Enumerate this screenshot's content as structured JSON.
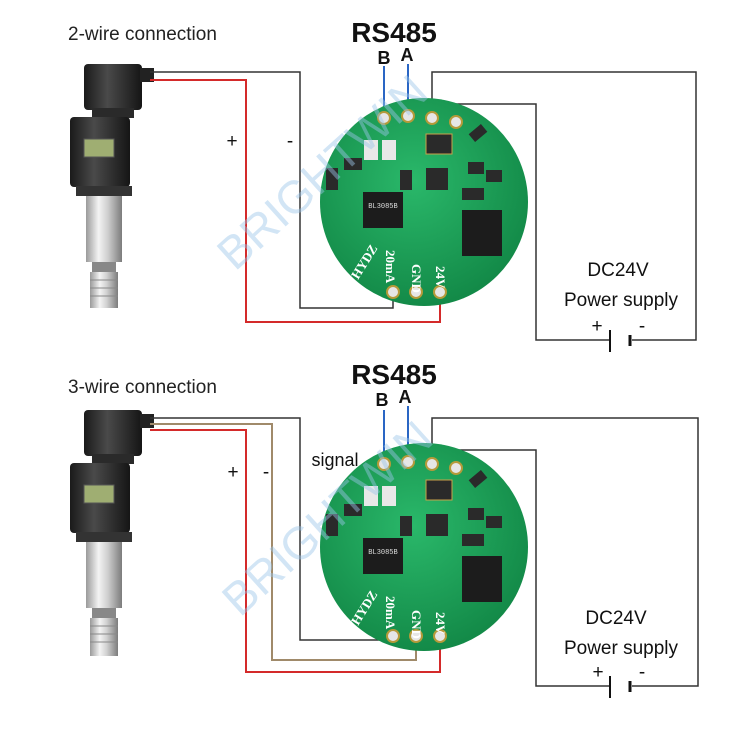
{
  "colors": {
    "wire_red": "#d42a2a",
    "wire_black": "#333333",
    "wire_blue": "#2a66c4",
    "wire_brown": "#a08a6a",
    "pcb_green": "#1aa15a",
    "watermark": "#9cc6e8"
  },
  "watermark": "BRIGHTWIN",
  "top": {
    "title": "2-wire connection",
    "rs485": "RS485",
    "label_b": "B",
    "label_a": "A",
    "plus": "+",
    "minus": "-",
    "supply_voltage": "DC24V",
    "supply_label": "Power supply",
    "battery_plus": "+",
    "battery_minus": "-",
    "pcb": {
      "brand": "HYDZ",
      "pin_20ma": "20mA",
      "pin_gnd": "GND",
      "pin_24v": "24V",
      "chip": "BL3085B"
    }
  },
  "bottom": {
    "title": "3-wire connection",
    "rs485": "RS485",
    "label_b": "B",
    "label_a": "A",
    "signal": "signal",
    "plus": "+",
    "minus": "-",
    "supply_voltage": "DC24V",
    "supply_label": "Power supply",
    "battery_plus": "+",
    "battery_minus": "-",
    "pcb": {
      "brand": "HYDZ",
      "pin_20ma": "20mA",
      "pin_gnd": "GND",
      "pin_24v": "24V",
      "chip": "BL3085B"
    }
  }
}
